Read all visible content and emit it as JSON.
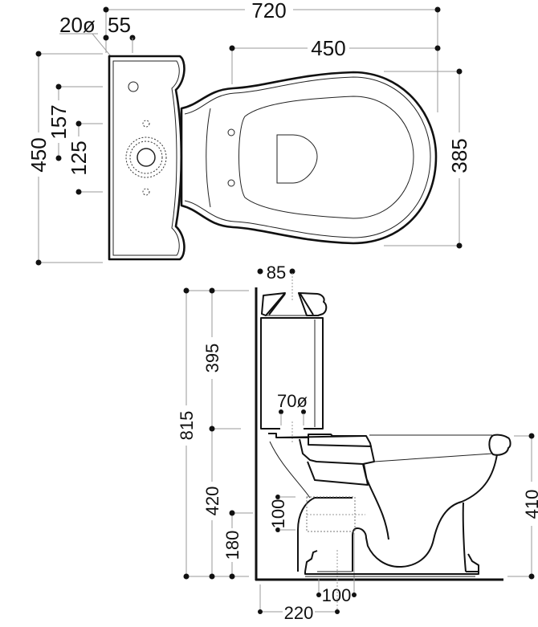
{
  "top_view": {
    "overall_length": "720",
    "bowl_length": "450",
    "bowl_width": "385",
    "tank_width": "450",
    "hole_spacing_a": "157",
    "hole_spacing_b": "125",
    "hole_diameter": "20ø",
    "hole_offset": "55"
  },
  "side_view": {
    "tank_depth": "85",
    "total_height": "815",
    "tank_height": "395",
    "base_to_tank": "420",
    "outlet_height": "180",
    "outlet_size": "100",
    "inlet_diameter": "70ø",
    "bowl_height": "410",
    "outlet_width": "100",
    "outlet_from_wall": "220"
  }
}
